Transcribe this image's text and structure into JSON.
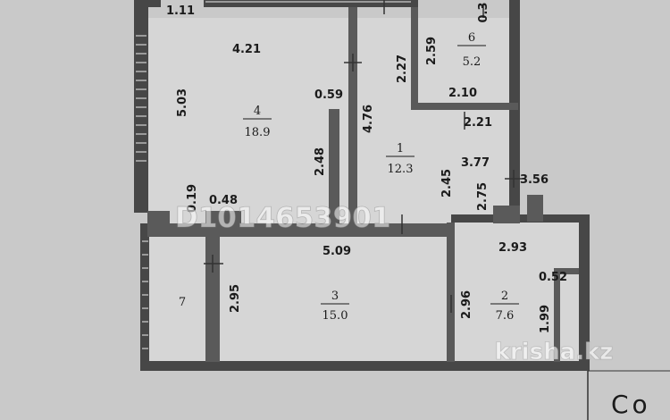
{
  "rooms": [
    {
      "id": "room-1",
      "number": "1",
      "area": "12.3"
    },
    {
      "id": "room-2",
      "number": "2",
      "area": "7.6"
    },
    {
      "id": "room-3",
      "number": "3",
      "area": "15.0"
    },
    {
      "id": "room-4",
      "number": "4",
      "area": "18.9"
    },
    {
      "id": "room-6",
      "number": "6",
      "area": "5.2"
    },
    {
      "id": "room-7",
      "number": "7",
      "area": ""
    }
  ],
  "dimensions": {
    "d111": "1.11",
    "d421": "4.21",
    "d503": "5.03",
    "d059": "0.59",
    "d476": "4.76",
    "d248": "2.48",
    "d227": "2.27",
    "d259": "2.59",
    "d03": "0.3",
    "d210": "2.10",
    "d221": "2.21",
    "d377": "3.77",
    "d245": "2.45",
    "d356": "3.56",
    "d275": "2.75",
    "d019": "0.19",
    "d048": "0.48",
    "d509": "5.09",
    "d293": "2.93",
    "d295": "2.95",
    "d296": "2.96",
    "d052": "0.52",
    "d199": "1.99"
  },
  "watermarks": {
    "code": "D1014653901",
    "site": "krisha.kz"
  },
  "corner_text": "Co"
}
